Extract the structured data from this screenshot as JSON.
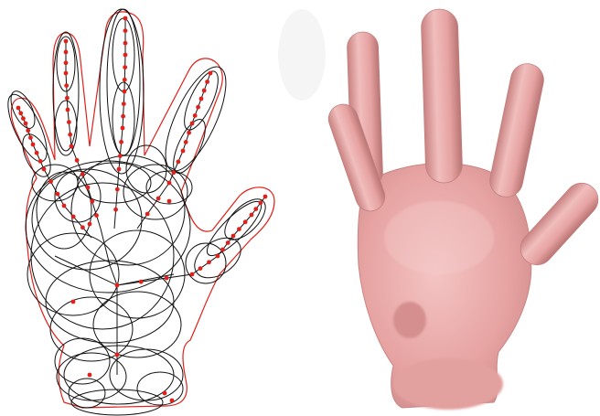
{
  "figure": {
    "panels": [
      {
        "id": "wireframe",
        "kind": "skeletal-implicit-primitives",
        "stroke": "#111111",
        "node_color": "#e0201a",
        "outline_color": "#e0201a"
      },
      {
        "id": "shaded",
        "kind": "blended-surface-render",
        "fill": "#e8a7a6",
        "shadow": "#b87474",
        "highlight": "#f6cfcf"
      }
    ]
  }
}
